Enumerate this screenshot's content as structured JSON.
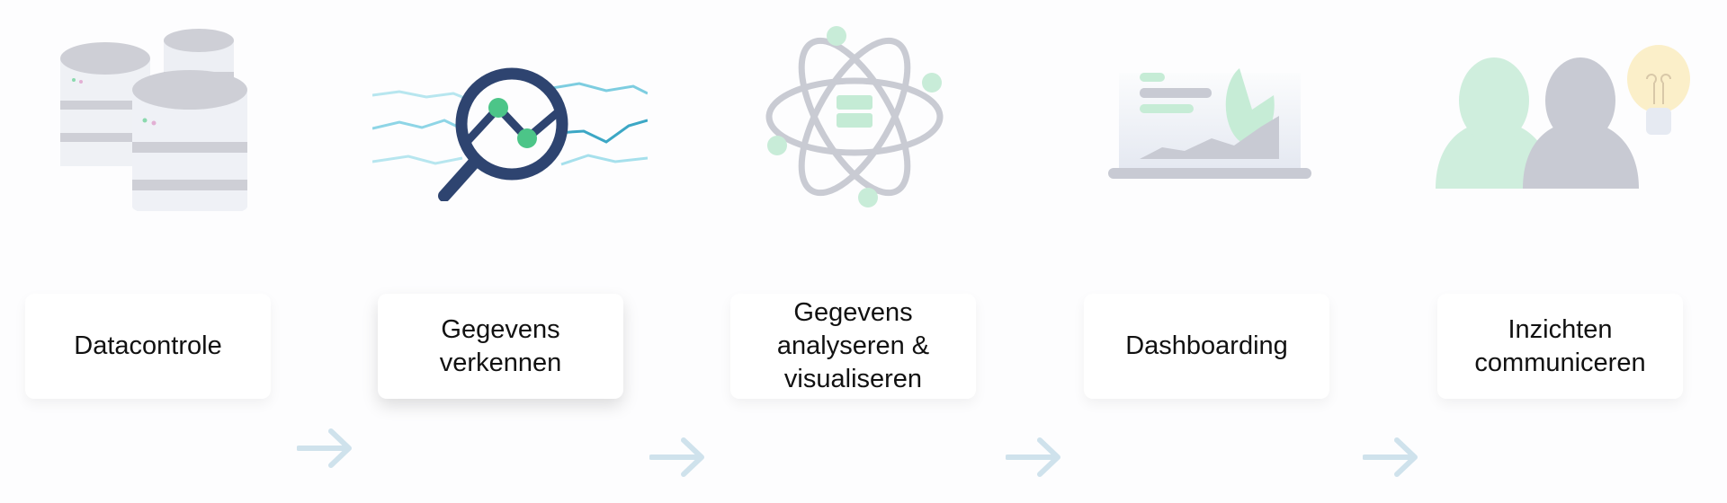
{
  "steps": [
    {
      "label": "Datacontrole",
      "icon": "database-icon"
    },
    {
      "label": "Gegevens\nverkennen",
      "icon": "magnifier-chart-icon"
    },
    {
      "label": "Gegevens\nanalyseren &\nvisualiseren",
      "icon": "atom-icon"
    },
    {
      "label": "Dashboarding",
      "icon": "dashboard-icon"
    },
    {
      "label": "Inzichten\ncommuniceren",
      "icon": "people-lightbulb-icon"
    }
  ],
  "colors": {
    "arrow": "#cfe2ec",
    "navy": "#2e4470",
    "green": "#5ccc8e",
    "teal": "#4fb6d2",
    "gray": "#c8cad3"
  }
}
